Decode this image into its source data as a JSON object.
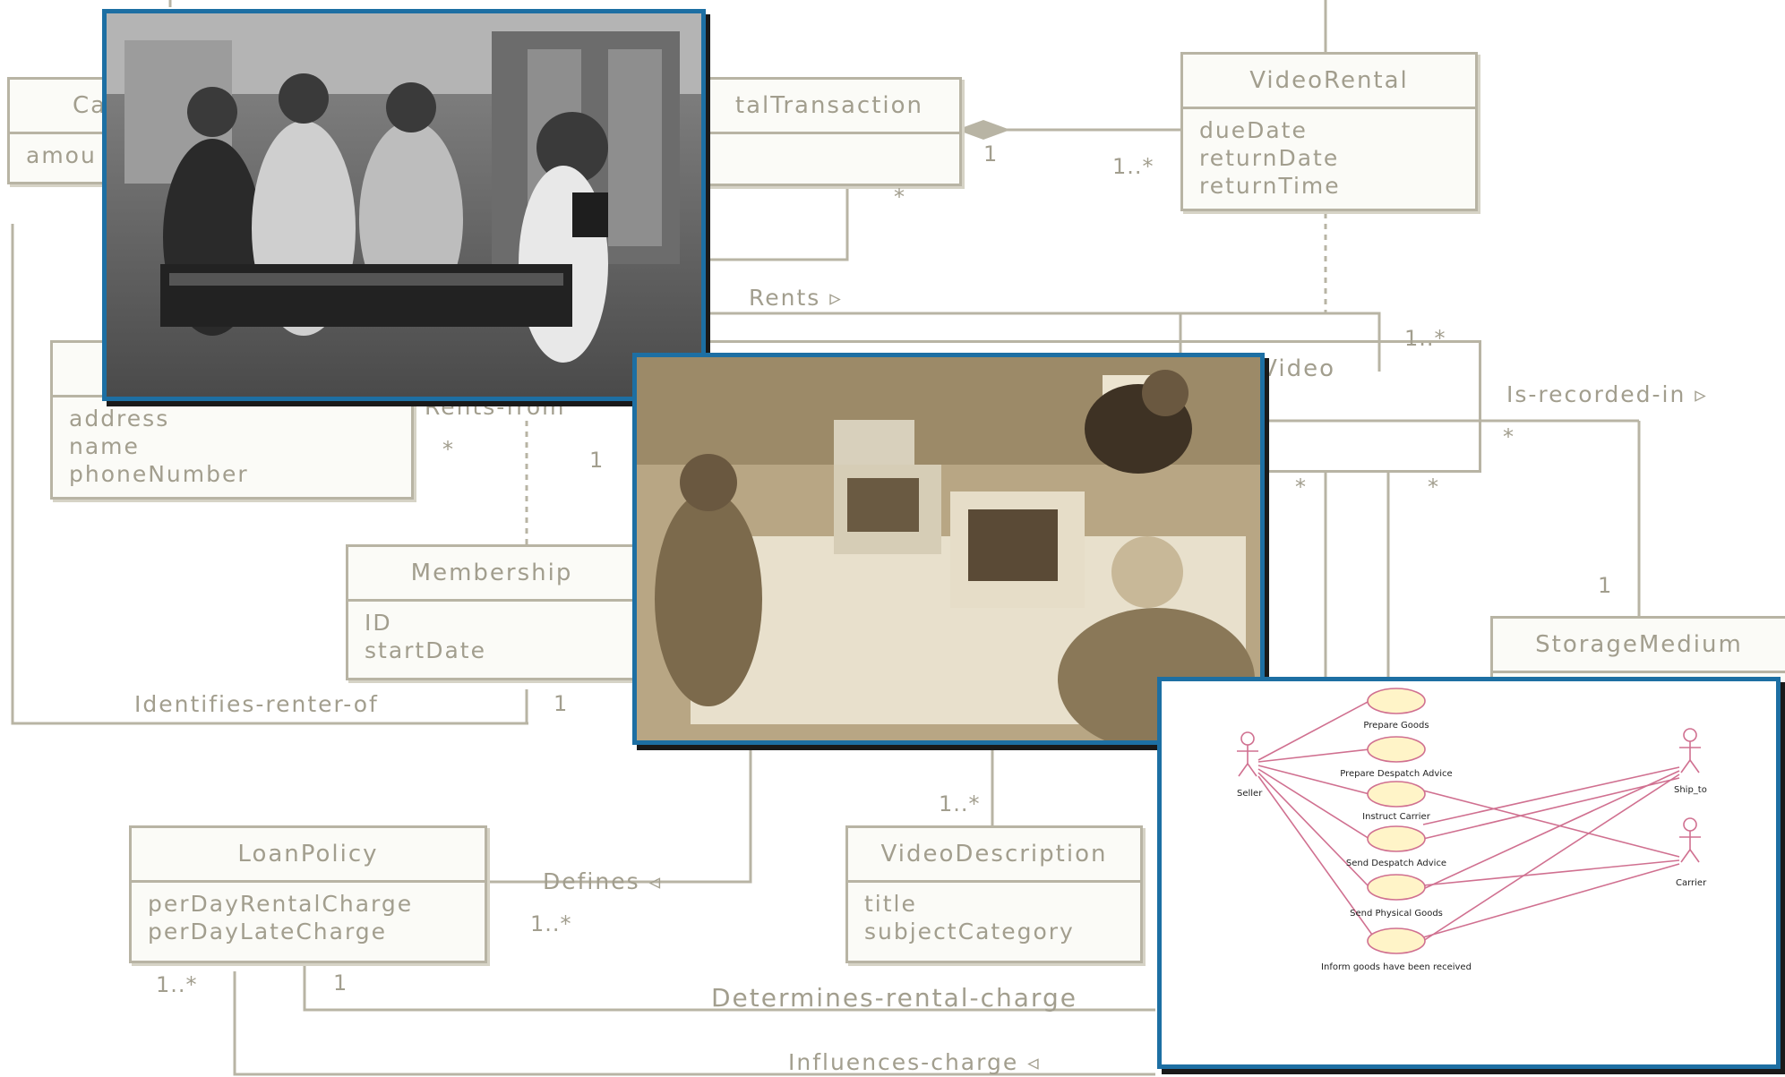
{
  "diagram": {
    "classes": {
      "cash": {
        "title": "Ca",
        "attrs": [
          "amou"
        ]
      },
      "rental_transaction": {
        "title": "talTransaction"
      },
      "video_rental": {
        "title": "VideoRental",
        "attrs": [
          "dueDate",
          "returnDate",
          "returnTime"
        ]
      },
      "customer": {
        "attrs": [
          "address",
          "name",
          "phoneNumber"
        ]
      },
      "membership": {
        "title": "Membership",
        "attrs": [
          "ID",
          "startDate"
        ]
      },
      "video": {
        "title": "Video"
      },
      "storage_medium": {
        "title": "StorageMedium"
      },
      "loan_policy": {
        "title": "LoanPolicy",
        "attrs": [
          "perDayRentalCharge",
          "perDayLateCharge"
        ]
      },
      "video_description": {
        "title": "VideoDescription",
        "attrs": [
          "title",
          "subjectCategory"
        ]
      }
    },
    "associations": {
      "rents": "Rents ▹",
      "rents_from": "Rents-from",
      "is_recorded_in": "Is-recorded-in ▹",
      "identifies_renter_of": "Identifies-renter-of",
      "defines": "Defines ◃",
      "determines_rental_charge": "Determines-rental-charge",
      "influences_charge": "Influences-charge ◃"
    },
    "multiplicities": {
      "rt_vr_one": "1",
      "rt_vr_many": "1..*",
      "rt_star": "*",
      "video_many": "1..*",
      "cust_star": "*",
      "cust_one": "1",
      "video_star_left": "*",
      "video_star_right": "*",
      "recorded_star": "*",
      "storage_one": "1",
      "identifies_one": "1",
      "desc_many": "1..*",
      "defines_many": "1..*",
      "loan_many": "1..*",
      "loan_one": "1"
    }
  },
  "use_case": {
    "actors": {
      "seller": "Seller",
      "ship_to": "Ship_to",
      "carrier": "Carrier"
    },
    "cases": [
      "Prepare Goods",
      "Prepare Despatch Advice",
      "Instruct Carrier",
      "Send Despatch Advice",
      "Send Physical Goods",
      "Inform goods have been received"
    ]
  },
  "colors": {
    "diagram_line": "#b8b4a4",
    "diagram_text": "#a29e8e",
    "photo_border": "#1d6fa3",
    "use_case_line": "#d07090",
    "use_case_fill": "#fff4c8"
  },
  "photos": [
    "customers-at-rental-counter-photo",
    "students-at-computers-photo"
  ]
}
